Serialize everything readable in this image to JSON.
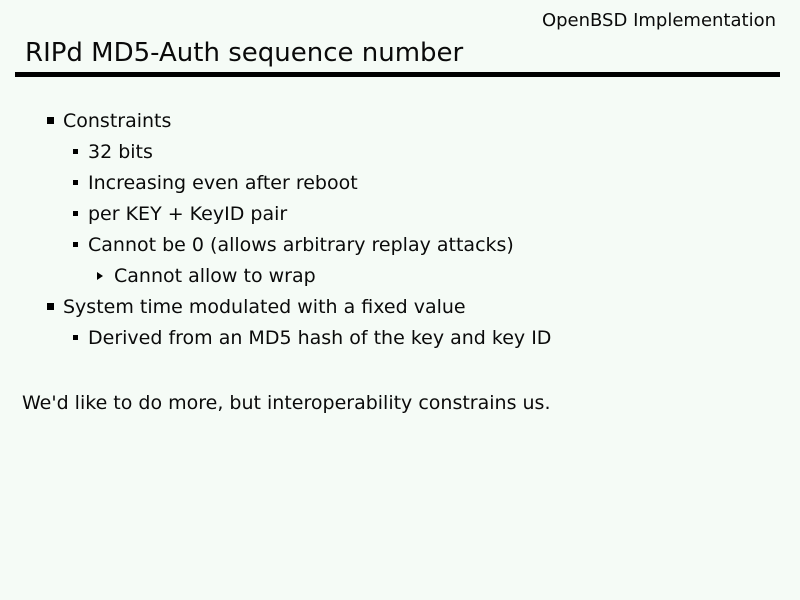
{
  "slide": {
    "header_right": "OpenBSD Implementation",
    "title": "RIPd MD5-Auth sequence number",
    "bullets": [
      {
        "level": 1,
        "text": "Constraints"
      },
      {
        "level": 2,
        "text": "32 bits"
      },
      {
        "level": 2,
        "text": "Increasing even after reboot"
      },
      {
        "level": 2,
        "text": "per KEY + KeyID pair"
      },
      {
        "level": 2,
        "text": "Cannot be 0 (allows arbitrary replay attacks)"
      },
      {
        "level": 3,
        "text": "Cannot allow to wrap"
      },
      {
        "level": 1,
        "text": "System time modulated with a fixed value"
      },
      {
        "level": 2,
        "text": "Derived from an MD5 hash of the key and key ID"
      }
    ],
    "footer_note": "We'd like to do more, but interoperability constrains us.",
    "colors": {
      "background": "#f5fbf6",
      "text": "#0a0a0a",
      "rule": "#000000"
    }
  }
}
